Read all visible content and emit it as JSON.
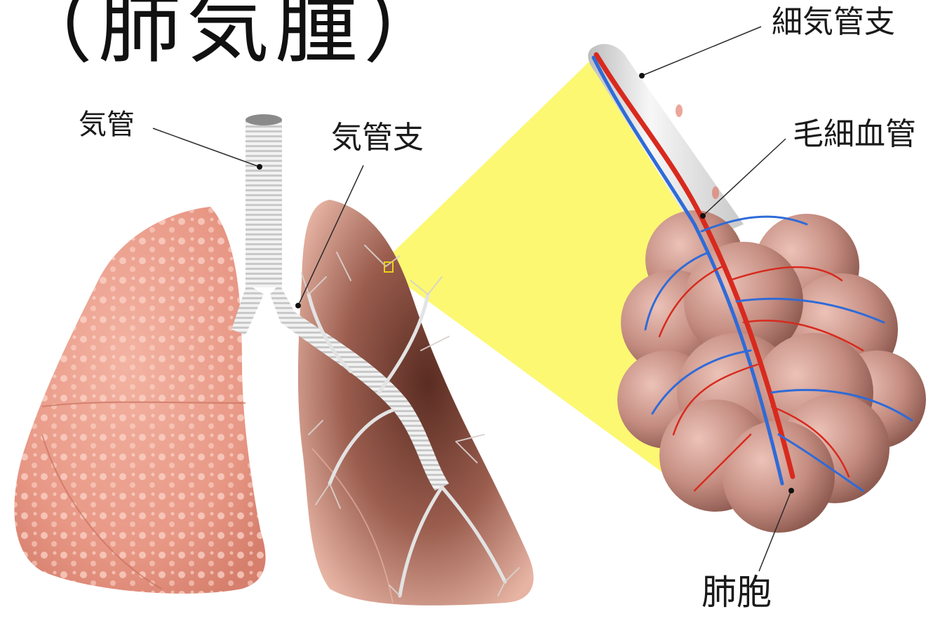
{
  "title": ")（肺気腫）",
  "labels": {
    "trachea": "気管",
    "bronchus": "気管支",
    "bronchiole": "細気管支",
    "capillary": "毛細血管",
    "alveoli": "肺胞"
  },
  "colors": {
    "lung_pink": "#e9a493",
    "lung_highlight": "#f6c6b8",
    "lung_dark": "#6e3b30",
    "highlight_yellow": "#fcf86a",
    "artery_red": "#d82a1e",
    "vein_blue": "#2f6bd8",
    "airway_white": "#ececec",
    "alveolus": "#c98f84"
  }
}
